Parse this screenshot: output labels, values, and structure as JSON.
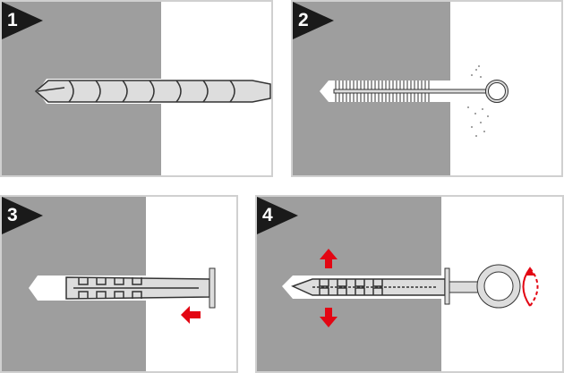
{
  "steps": [
    {
      "number": "1",
      "action": "drill-hole"
    },
    {
      "number": "2",
      "action": "clean-hole"
    },
    {
      "number": "3",
      "action": "insert-plug"
    },
    {
      "number": "4",
      "action": "screw-in-eye-hook"
    }
  ],
  "colors": {
    "concrete": "#9e9e9e",
    "arrow": "#e30613",
    "badge": "#1a1a1a"
  }
}
